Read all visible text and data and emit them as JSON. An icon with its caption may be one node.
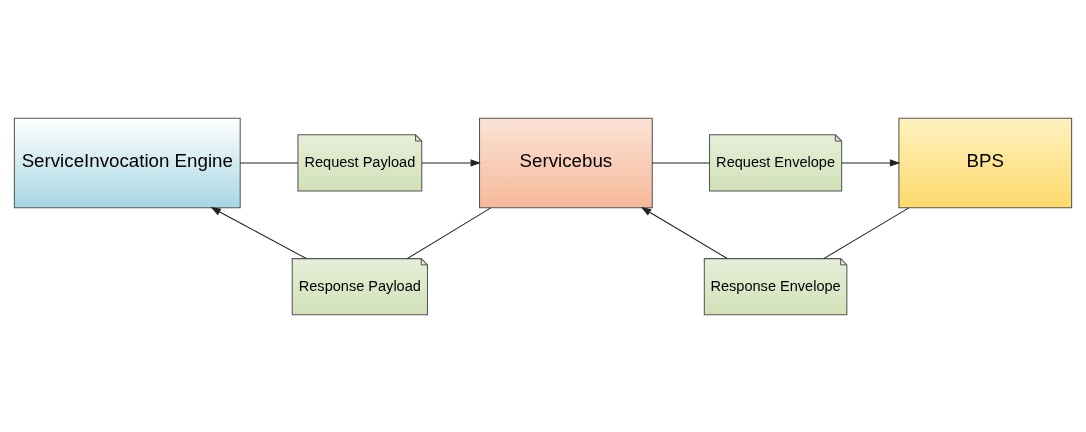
{
  "diagram": {
    "nodes": [
      {
        "text": [
          "ServiceInvocation Engine"
        ]
      },
      {
        "text": [
          "Servicebus"
        ]
      },
      {
        "text": [
          "BPS"
        ]
      },
      {
        "text": [
          "Response Payload"
        ]
      },
      {
        "text": [
          "Response Envelope"
        ]
      },
      {
        "text": [
          "Request Payload"
        ]
      },
      {
        "text": [
          "Request Envelope"
        ]
      }
    ],
    "edges": [
      {
        "from": 1,
        "to": 3,
        "arrow": "none"
      },
      {
        "from": 3,
        "to": 0,
        "arrow": "to"
      },
      {
        "from": 0,
        "to": 5,
        "arrow": "none"
      },
      {
        "from": 5,
        "to": 1,
        "arrow": "to"
      },
      {
        "from": 1,
        "to": 6,
        "arrow": "none"
      },
      {
        "from": 6,
        "to": 2,
        "arrow": "to"
      },
      {
        "from": 2,
        "to": 4,
        "arrow": "none"
      },
      {
        "from": 4,
        "to": 1,
        "arrow": "to"
      }
    ]
  }
}
